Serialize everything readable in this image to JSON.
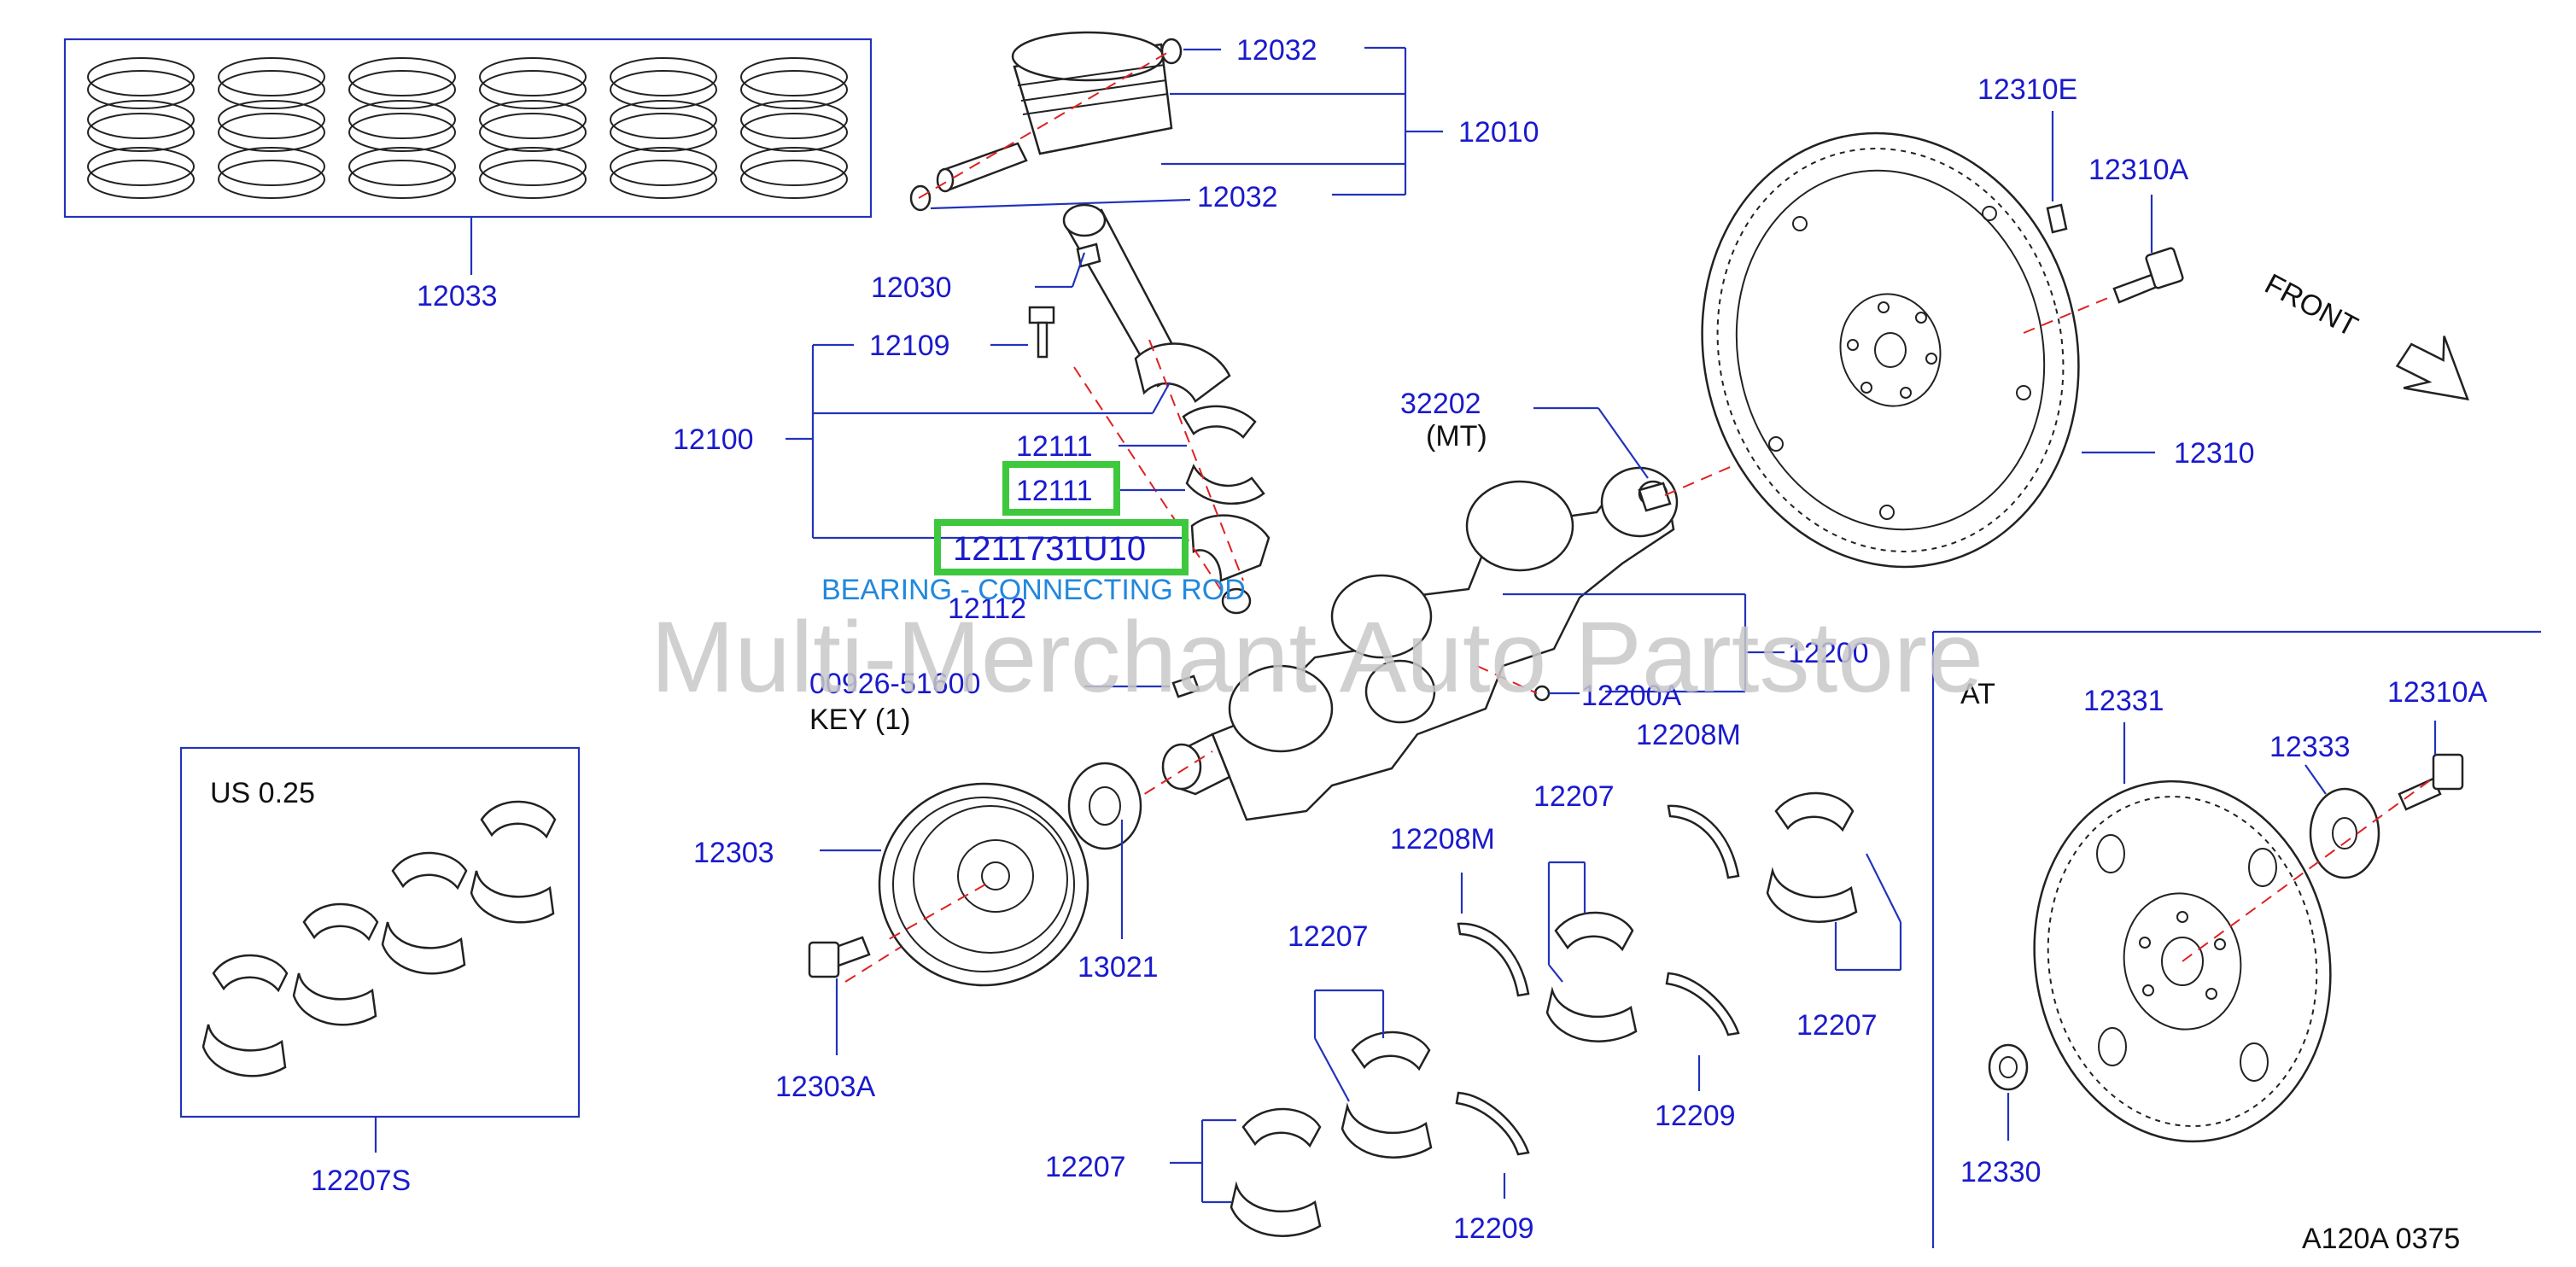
{
  "labels": {
    "l12032a": "12032",
    "l12010": "12010",
    "l12032b": "12032",
    "l12033": "12033",
    "l12030": "12030",
    "l12109": "12109",
    "l12100": "12100",
    "l12111a": "12111",
    "l12111b": "12111",
    "l12112": "12112",
    "l32202": "32202",
    "lmt": "(MT)",
    "l12310e": "12310E",
    "l12310a": "12310A",
    "lfront": "FRONT",
    "l12310": "12310",
    "l12200": "12200",
    "l12200a": "12200A",
    "l0092651600": "00926-51600",
    "lkey": "KEY   (1)",
    "lus": "US   0.25",
    "l12303": "12303",
    "l13021": "13021",
    "l12303a": "12303A",
    "l12207s": "12207S",
    "l12208m_a": "12208M",
    "l12207_a": "12207",
    "l12208m_b": "12208M",
    "l12207_b": "12207",
    "l12207_c": "12207",
    "l12209_a": "12209",
    "l12207_d": "12207",
    "l12209_b": "12209",
    "lat": "AT",
    "l12331": "12331",
    "l12333": "12333",
    "l12310a_b": "12310A",
    "l12330": "12330",
    "lcode": "A120A   0375"
  },
  "highlight": {
    "part": "1211731U10",
    "tooltip": "BEARING - CONNECTING ROD"
  },
  "watermark": "Multi-Merchant Auto Partstore",
  "colors": {
    "label": "#1a1acc",
    "highlight": "#3ec83e",
    "tooltip": "#2288dd",
    "axis": "#dd2222"
  }
}
